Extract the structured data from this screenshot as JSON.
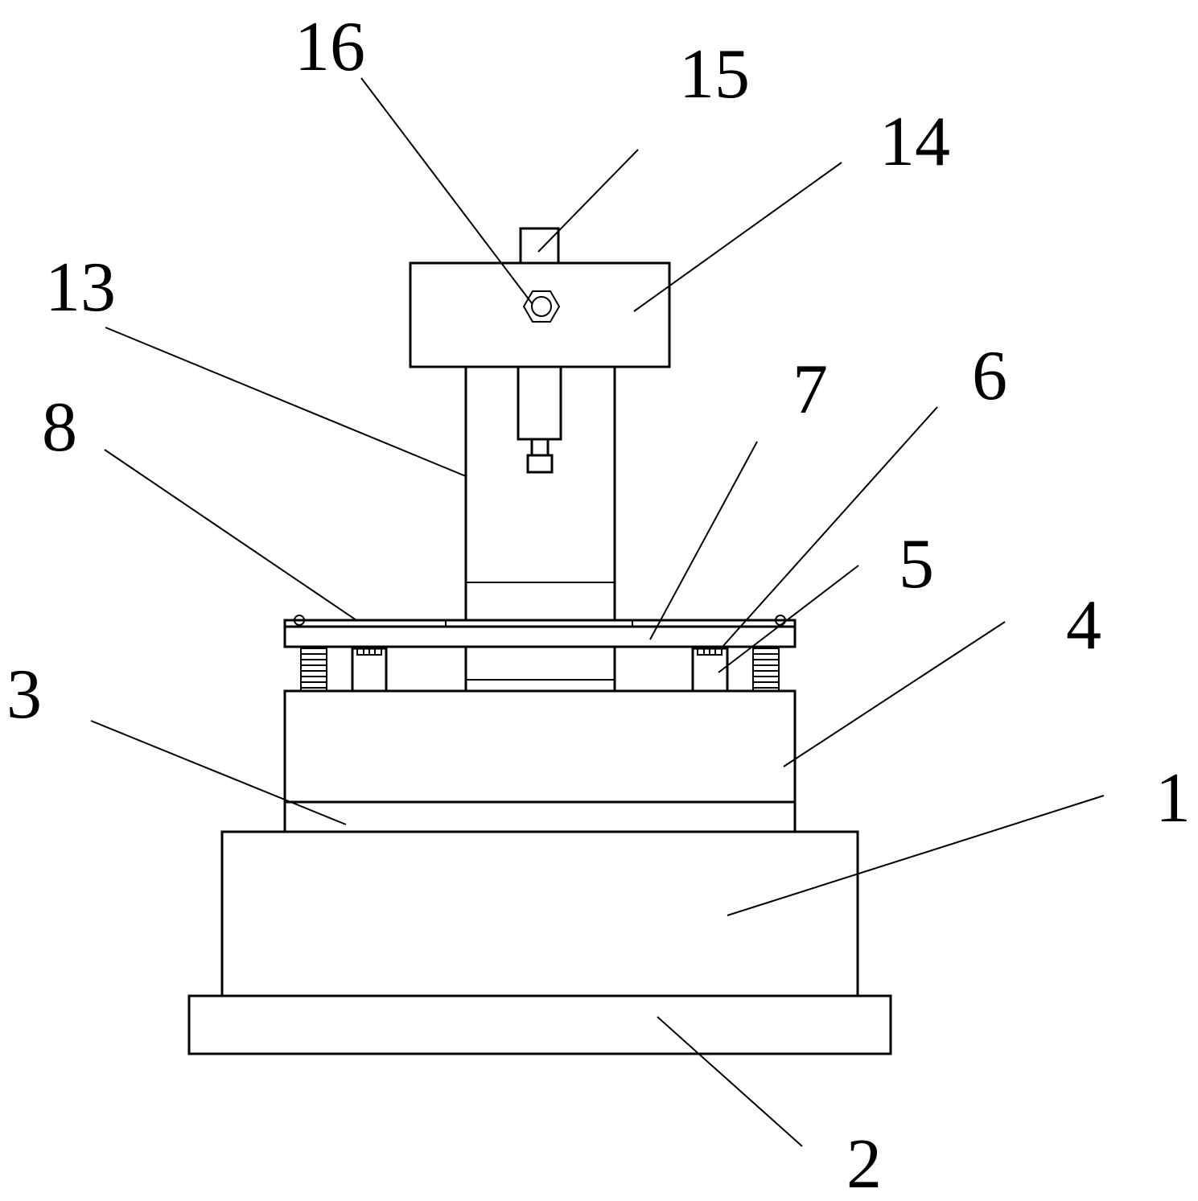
{
  "callouts": {
    "c1": "1",
    "c2": "2",
    "c3": "3",
    "c4": "4",
    "c5": "5",
    "c6": "6",
    "c7": "7",
    "c8": "8",
    "c13": "13",
    "c14": "14",
    "c15": "15",
    "c16": "16"
  },
  "colors": {
    "line": "#000000",
    "background": "#ffffff"
  }
}
